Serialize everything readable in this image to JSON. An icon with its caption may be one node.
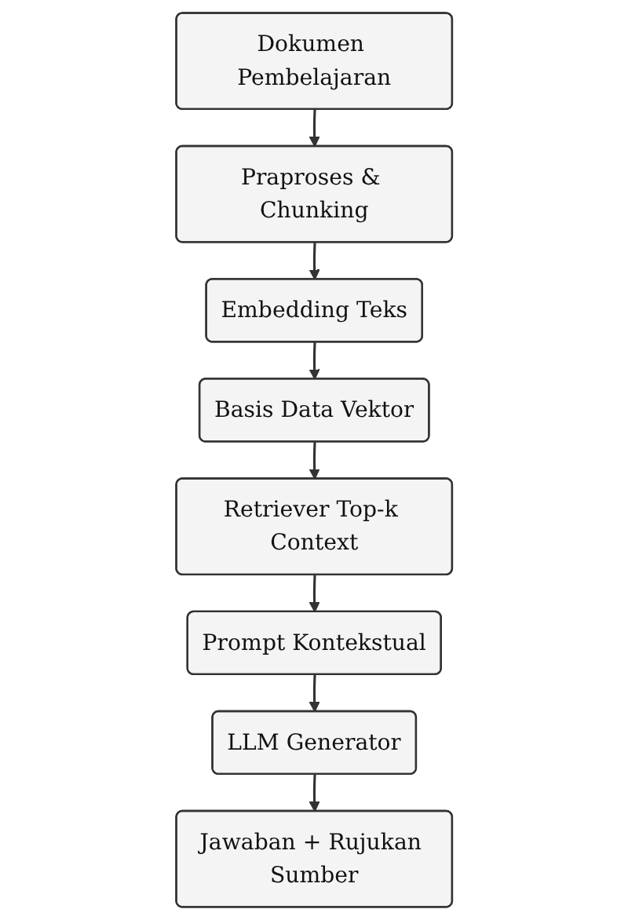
{
  "diagram": {
    "nodes": [
      {
        "text": [
          "Dokumen Pembelajaran"
        ]
      },
      {
        "text": [
          "Praproses & Chunking"
        ]
      },
      {
        "text": [
          "Embedding Teks"
        ]
      },
      {
        "text": [
          "Basis Data Vektor"
        ]
      },
      {
        "text": [
          "Retriever Top-k Context"
        ]
      },
      {
        "text": [
          "Prompt Kontekstual"
        ]
      },
      {
        "text": [
          "LLM Generator"
        ]
      },
      {
        "text": [
          "Jawaban + Rujukan Sumber"
        ]
      }
    ],
    "edges": [
      {
        "from": 0,
        "to": 1,
        "arrow": "to"
      },
      {
        "from": 1,
        "to": 2,
        "arrow": "to"
      },
      {
        "from": 2,
        "to": 3,
        "arrow": "to"
      },
      {
        "from": 3,
        "to": 4,
        "arrow": "to"
      },
      {
        "from": 4,
        "to": 5,
        "arrow": "to"
      },
      {
        "from": 5,
        "to": 6,
        "arrow": "to"
      },
      {
        "from": 6,
        "to": 7,
        "arrow": "to"
      }
    ]
  }
}
